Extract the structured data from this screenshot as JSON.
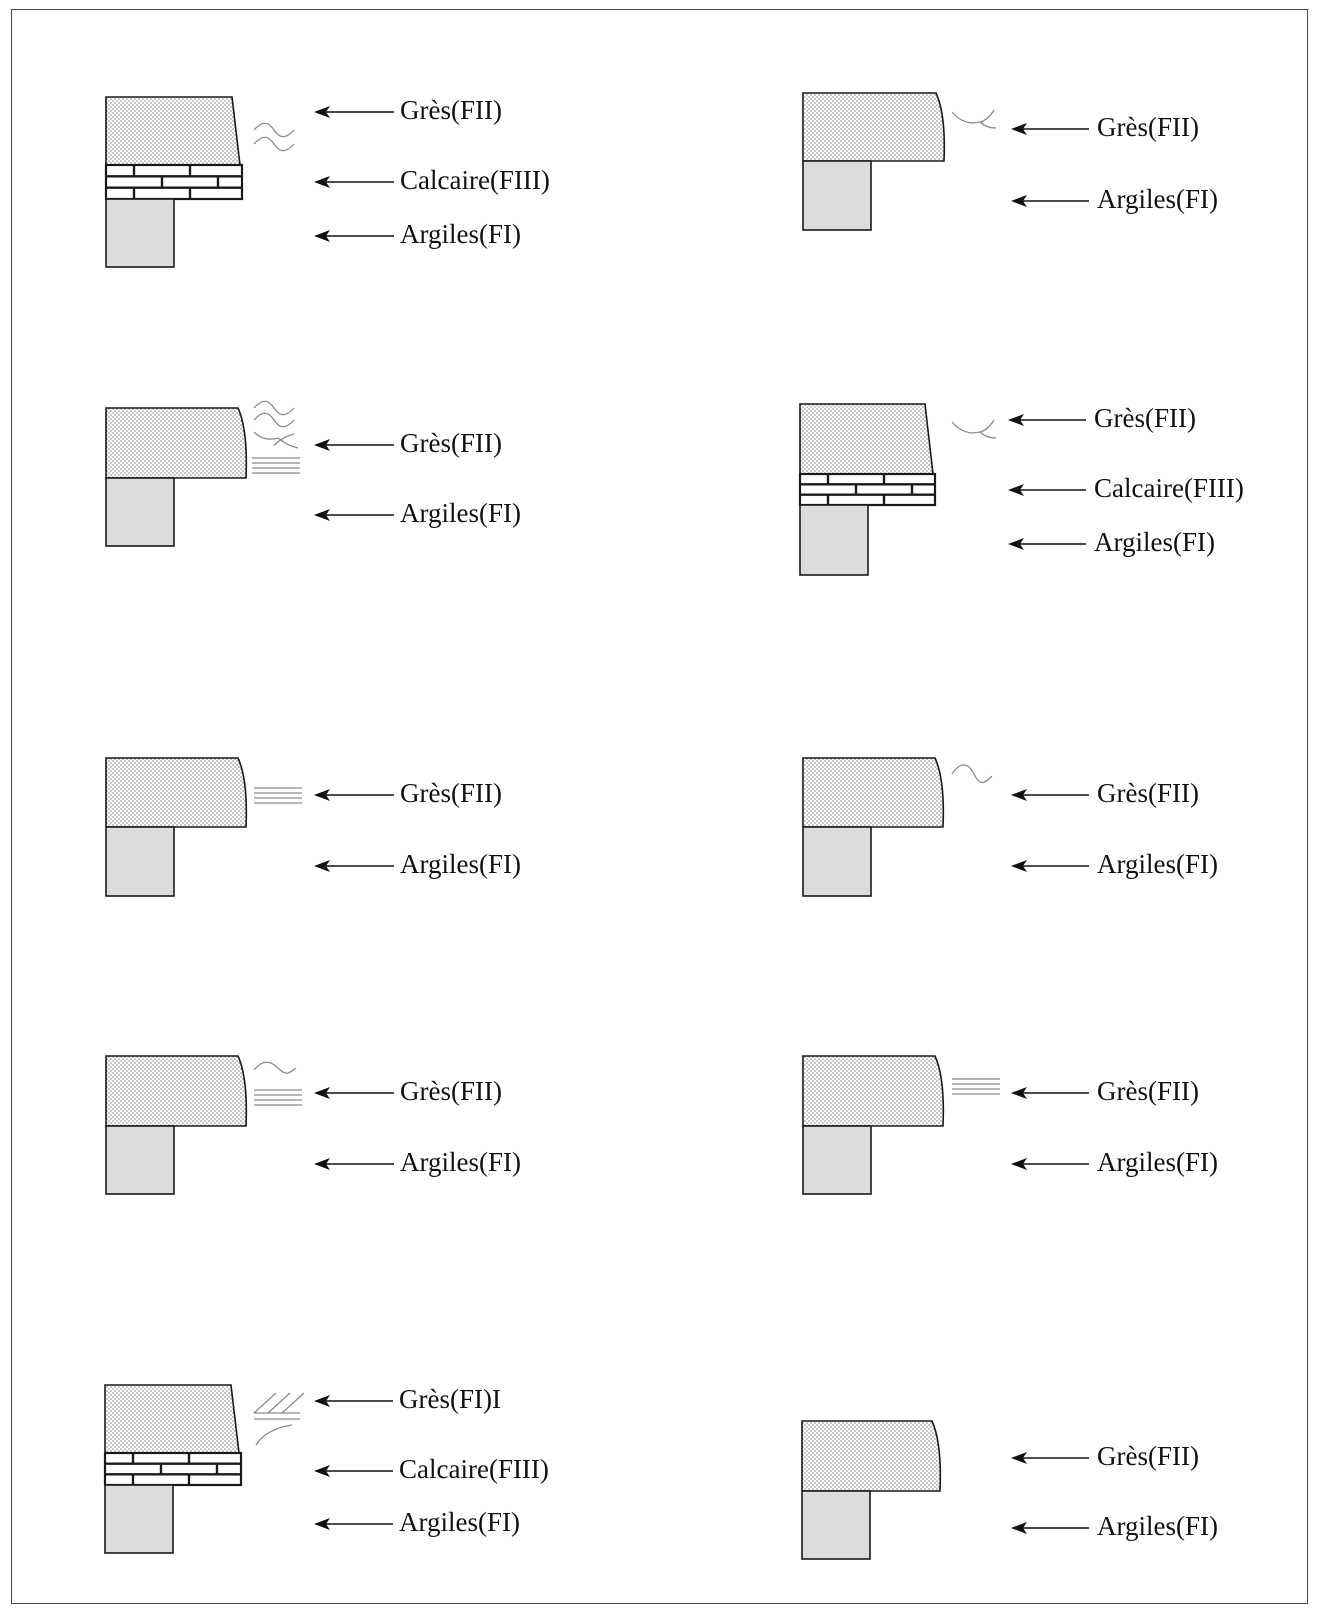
{
  "colors": {
    "clay": "#dcdcda",
    "stroke": "#1a1a1a",
    "dot": "#7a7a7a",
    "symbol": "#8a8a8a"
  },
  "panels": [
    {
      "labels": [
        "Grès(FII)",
        "Calcaire(FIII)",
        "Argiles(FI)"
      ],
      "symbol": "double-wave-icon"
    },
    {
      "labels": [
        "Grès(FII)",
        "Argiles(FI)"
      ],
      "symbol": "fork-wave-icon"
    },
    {
      "labels": [
        "Grès(FII)",
        "Argiles(FI)"
      ],
      "symbol": "waves-fork-lines-icon"
    },
    {
      "labels": [
        "Grès(FII)",
        "Calcaire(FIII)",
        "Argiles(FI)"
      ],
      "symbol": "fork-wave-icon"
    },
    {
      "labels": [
        "Grès(FII)",
        "Argiles(FI)"
      ],
      "symbol": "parallel-lines-icon"
    },
    {
      "labels": [
        "Grès(FII)",
        "Argiles(FI)"
      ],
      "symbol": "single-wave-icon"
    },
    {
      "labels": [
        "Grès(FII)",
        "Argiles(FI)"
      ],
      "symbol": "wave-over-lines-icon"
    },
    {
      "labels": [
        "Grès(FII)",
        "Argiles(FI)"
      ],
      "symbol": "parallel-lines-icon"
    },
    {
      "labels": [
        "Grès(FI)I",
        "Calcaire(FIII)",
        "Argiles(FI)"
      ],
      "symbol": "oblique-lines-fork-icon"
    },
    {
      "labels": [
        "Grès(FII)",
        "Argiles(FI)"
      ],
      "symbol": ""
    }
  ]
}
